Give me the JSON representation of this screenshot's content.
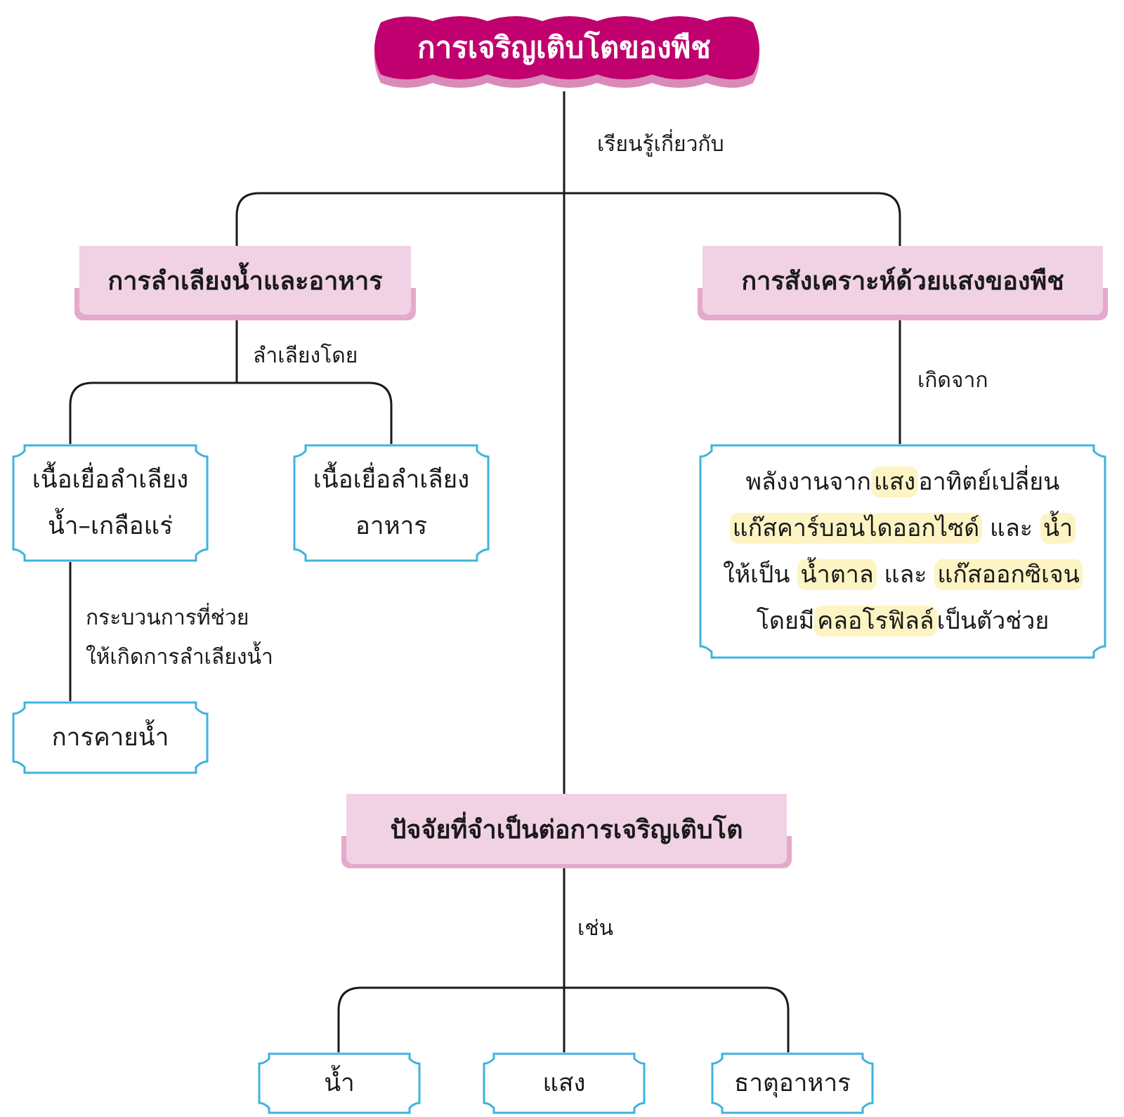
{
  "title": "การเจริญเติบโตของพืช",
  "root_label": "เรียนรู้เกี่ยวกับ",
  "branches": {
    "transport": {
      "heading": "การลำเลียงน้ำและอาหาร",
      "connector": "ลำเลียงโดย",
      "xylem": {
        "line1": "เนื้อเยื่อลำเลียง",
        "line2": "น้ำ–เกลือแร่"
      },
      "phloem": {
        "line1": "เนื้อเยื่อลำเลียง",
        "line2": "อาหาร"
      },
      "process_label_line1": "กระบวนการที่ช่วย",
      "process_label_line2": "ให้เกิดการลำเลียงน้ำ",
      "transpiration": "การคายน้ำ"
    },
    "photosynthesis": {
      "heading": "การสังเคราะห์ด้วยแสงของพืช",
      "connector": "เกิดจาก",
      "text": {
        "l1a": "พลังงานจาก",
        "l1b": "แสง",
        "l1c": "อาทิตย์เปลี่ยน",
        "l2a": "แก๊สคาร์บอนไดออกไซด์",
        "l2b": " และ ",
        "l2c": "น้ำ",
        "l3a": "ให้เป็น ",
        "l3b": "น้ำตาล",
        "l3c": " และ ",
        "l3d": "แก๊สออกซิเจน",
        "l4a": "โดยมี",
        "l4b": "คลอโรฟิลล์",
        "l4c": "เป็นตัวช่วย"
      }
    },
    "factors": {
      "heading": "ปัจจัยที่จำเป็นต่อการเจริญเติบโต",
      "connector": "เช่น",
      "items": [
        "น้ำ",
        "แสง",
        "ธาตุอาหาร"
      ]
    }
  },
  "colors": {
    "title_fill": "#c0006e",
    "title_shadow": "#d98ab8",
    "heading_fill": "#f0d2e4",
    "heading_shadow": "#e5aacb",
    "node_border": "#3fb2e0",
    "highlight": "#fdf4c4",
    "line": "#1a1a1a"
  }
}
